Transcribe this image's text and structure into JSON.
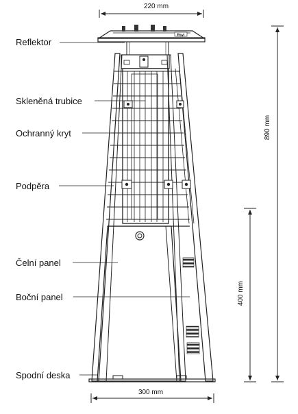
{
  "labels": {
    "reflector": "Reflektor",
    "glass_tube": "Skleněná trubice",
    "guard": "Ochranný kryt",
    "support": "Podpěra",
    "front_panel": "Čelní panel",
    "side_panel": "Boční panel",
    "base_plate": "Spodní deska"
  },
  "dimensions": {
    "top_width": "220 mm",
    "base_width": "300 mm",
    "total_height": "890 mm",
    "panel_height": "400 mm"
  },
  "badge": "Rsyt"
}
